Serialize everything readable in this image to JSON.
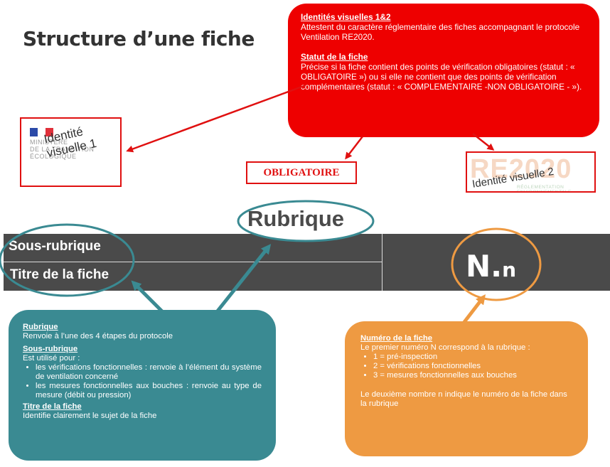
{
  "page_title": "Structure d’une fiche",
  "red_callout": {
    "title1": "Identités visuelles 1&2",
    "text1": "Attestent du caractère réglementaire des fiches accompagnant le protocole Ventilation RE2020.",
    "title2": "Statut de la fiche",
    "text2": "Précise si la fiche contient des points de vérification obligatoires (statut : « OBLIGATOIRE ») ou si elle ne contient que des points de vérification complémentaires (statut : « COMPLEMENTAIRE -NON OBLIGATOIRE - »)."
  },
  "identity1": {
    "ministry_text": "MINISTÈRE\nDE LA TRANSITION\nÉCOLOGIQUE",
    "label": "Identité\nvisuelle 1"
  },
  "status_label": "OBLIGATOIRE",
  "identity2": {
    "watermark": "RE2020",
    "watermark_sub": "RÉGLEMENTATION ENVIRONNEMENTALE",
    "label": "Identité visuelle 2"
  },
  "rubrique_label": "Rubrique",
  "bar": {
    "sous_rubrique": "Sous-rubrique",
    "titre": "Titre de la fiche",
    "number_big": "N.",
    "number_small": "n"
  },
  "teal_callout": {
    "t_rubrique": "Rubrique",
    "rubrique_text": "Renvoie à l’une des 4 étapes du protocole",
    "t_sous": "Sous-rubrique",
    "sous_intro": "Est utilisé pour :",
    "sous_items": [
      "les vérifications fonctionnelles : renvoie à l’élément du système de ventilation concerné",
      "les mesures fonctionnelles aux bouches : renvoie au type de mesure (débit ou pression)"
    ],
    "t_titre": "Titre de la fiche",
    "titre_text": "Identifie clairement le sujet de la fiche"
  },
  "orange_callout": {
    "title": "Numéro de la fiche",
    "intro": "Le premier numéro N correspond à la rubrique :",
    "items": [
      "1 = pré-inspection",
      "2 = vérifications fonctionnelles",
      "3 = mesures fonctionnelles aux bouches"
    ],
    "outro": "Le deuxième nombre n indique le numéro de la fiche dans la rubrique"
  },
  "colors": {
    "red": "#ee0000",
    "teal": "#3a8a92",
    "orange": "#ee9a42",
    "bar": "#4a4a4a"
  }
}
